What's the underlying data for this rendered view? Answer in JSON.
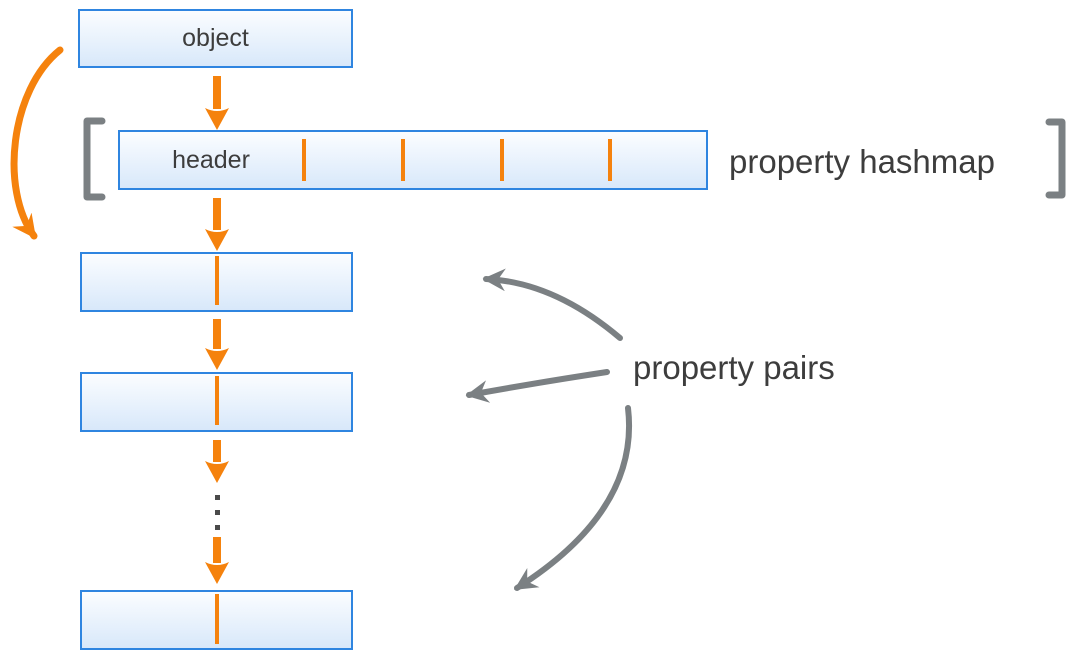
{
  "diagram": {
    "object_label": "object",
    "header_label": "header",
    "hashmap_label": "property hashmap",
    "pairs_label": "property pairs",
    "header_divider_count": 4,
    "property_pair_row_count": 3,
    "ellipsis_dot_count": 3
  },
  "theme": {
    "orange": "#f5820d",
    "blue_border": "#2f85e0",
    "box_fill_top": "#fbfdff",
    "box_fill_bottom": "#d8e8fa",
    "gray": "#7b8083",
    "dot_color": "#4a4a4a",
    "text_color": "#3d3d3d",
    "background": "#ffffff"
  }
}
